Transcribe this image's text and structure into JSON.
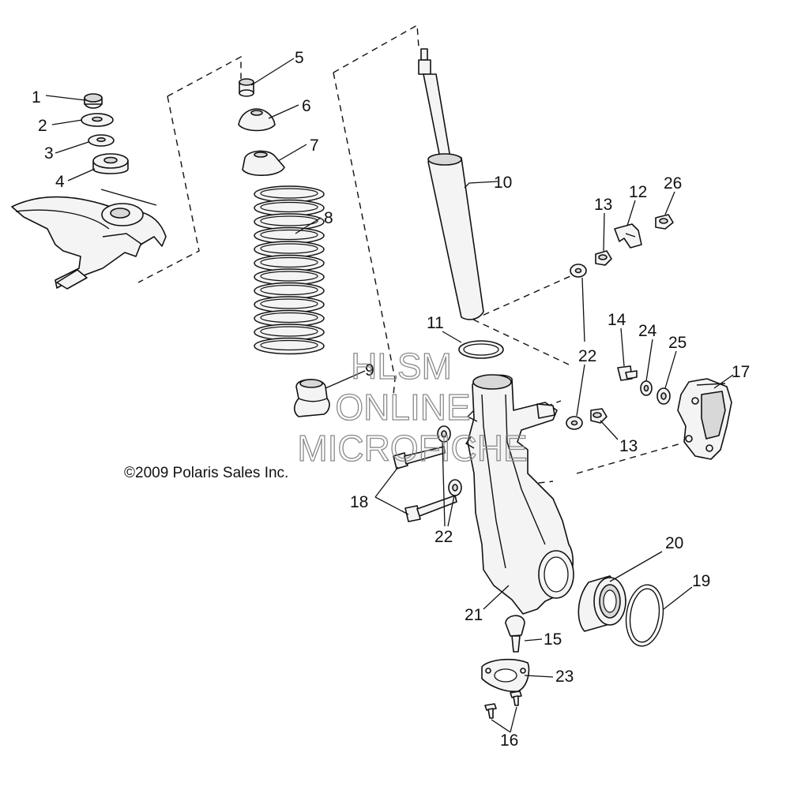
{
  "copyright": "©2009 Polaris Sales Inc.",
  "watermark": {
    "line1": "HLSM",
    "line2": "ONLINE",
    "line3": "MICROFICHE"
  },
  "callouts": [
    {
      "id": "c1",
      "text": "1"
    },
    {
      "id": "c2",
      "text": "2"
    },
    {
      "id": "c3",
      "text": "3"
    },
    {
      "id": "c4",
      "text": "4"
    },
    {
      "id": "c5",
      "text": "5"
    },
    {
      "id": "c6",
      "text": "6"
    },
    {
      "id": "c7",
      "text": "7"
    },
    {
      "id": "c8",
      "text": "8"
    },
    {
      "id": "c9",
      "text": "9"
    },
    {
      "id": "c10",
      "text": "10"
    },
    {
      "id": "c11",
      "text": "11"
    },
    {
      "id": "c12",
      "text": "12"
    },
    {
      "id": "c13a",
      "text": "13"
    },
    {
      "id": "c13b",
      "text": "13"
    },
    {
      "id": "c14",
      "text": "14"
    },
    {
      "id": "c15",
      "text": "15"
    },
    {
      "id": "c16",
      "text": "16"
    },
    {
      "id": "c17",
      "text": "17"
    },
    {
      "id": "c18",
      "text": "18"
    },
    {
      "id": "c19",
      "text": "19"
    },
    {
      "id": "c20",
      "text": "20"
    },
    {
      "id": "c21",
      "text": "21"
    },
    {
      "id": "c22a",
      "text": "22"
    },
    {
      "id": "c22b",
      "text": "22"
    },
    {
      "id": "c23",
      "text": "23"
    },
    {
      "id": "c24",
      "text": "24"
    },
    {
      "id": "c25",
      "text": "25"
    },
    {
      "id": "c26",
      "text": "26"
    }
  ]
}
